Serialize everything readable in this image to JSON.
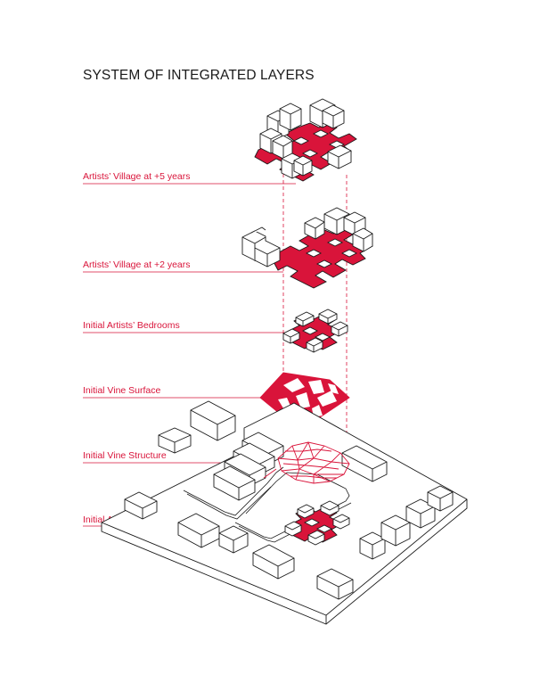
{
  "title": "SYSTEM OF INTEGRATED LAYERS",
  "accent_color": "#d9143a",
  "line_color": "#1a1a1a",
  "layers": [
    {
      "label": "Artists’ Village at +5 years"
    },
    {
      "label": "Artists’ Village at +2 years"
    },
    {
      "label": "Initial Artists’ Bedrooms"
    },
    {
      "label": "Initial Vine Surface"
    },
    {
      "label": "Initial Vine Structure"
    },
    {
      "label": "Initial Artists’ Workspaces"
    }
  ]
}
